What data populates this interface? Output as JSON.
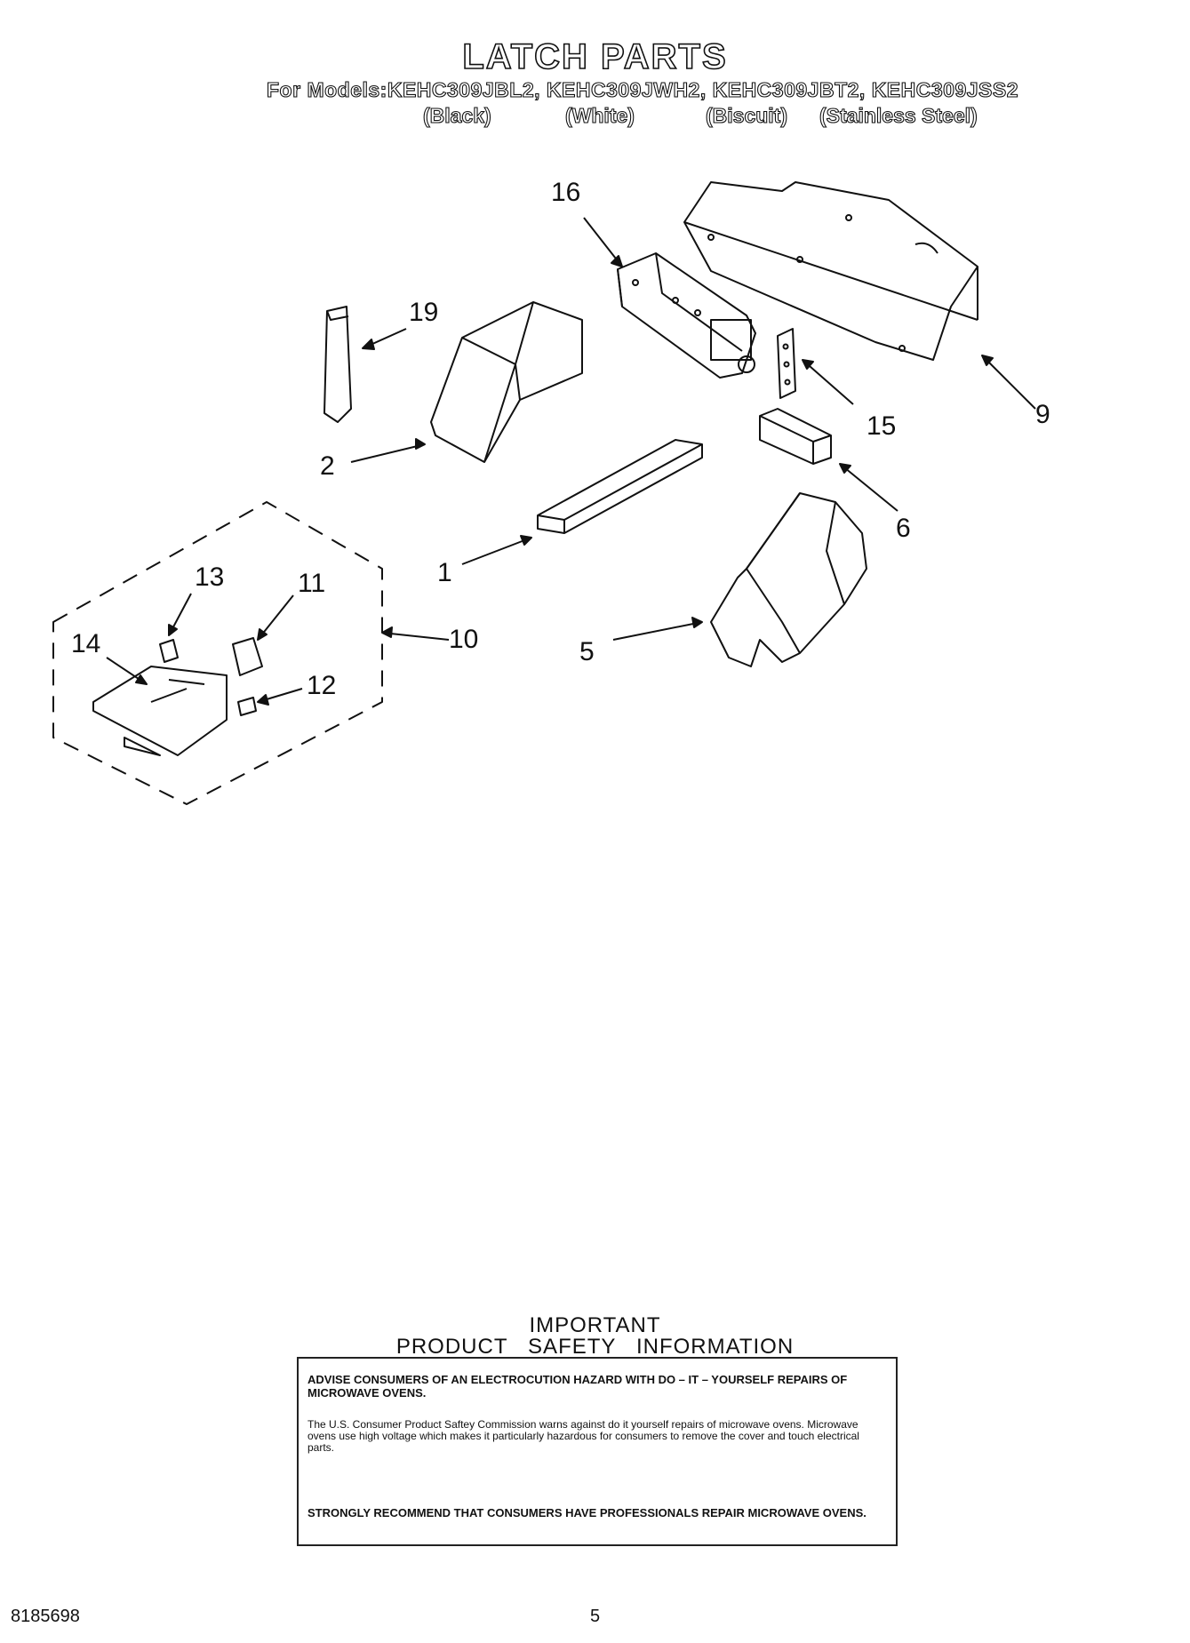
{
  "header": {
    "title": "LATCH PARTS",
    "models_line": "For Models:KEHC309JBL2, KEHC309JWH2, KEHC309JBT2, KEHC309JSS2",
    "colors": [
      "(Black)",
      "(White)",
      "(Biscuit)",
      "(Stainless Steel)"
    ]
  },
  "diagram": {
    "callouts": [
      "16",
      "19",
      "15",
      "9",
      "2",
      "6",
      "1",
      "13",
      "11",
      "10",
      "14",
      "12",
      "5"
    ]
  },
  "safety": {
    "heading_line1": "IMPORTANT",
    "heading_line2": "PRODUCT   SAFETY   INFORMATION",
    "advise": "ADVISE CONSUMERS OF AN ELECTROCUTION HAZARD WITH DO – IT – YOURSELF REPAIRS OF MICROWAVE OVENS.",
    "body": "The U.S. Consumer Product Saftey Commission warns against do   it   yourself repairs of microwave ovens. Microwave ovens use high voltage which makes it particularly hazardous for consumers to remove the cover and touch electrical parts.",
    "recommend": "STRONGLY RECOMMEND THAT CONSUMERS HAVE PROFESSIONALS REPAIR MICROWAVE OVENS."
  },
  "footer": {
    "doc_number": "8185698",
    "page_number": "5"
  }
}
